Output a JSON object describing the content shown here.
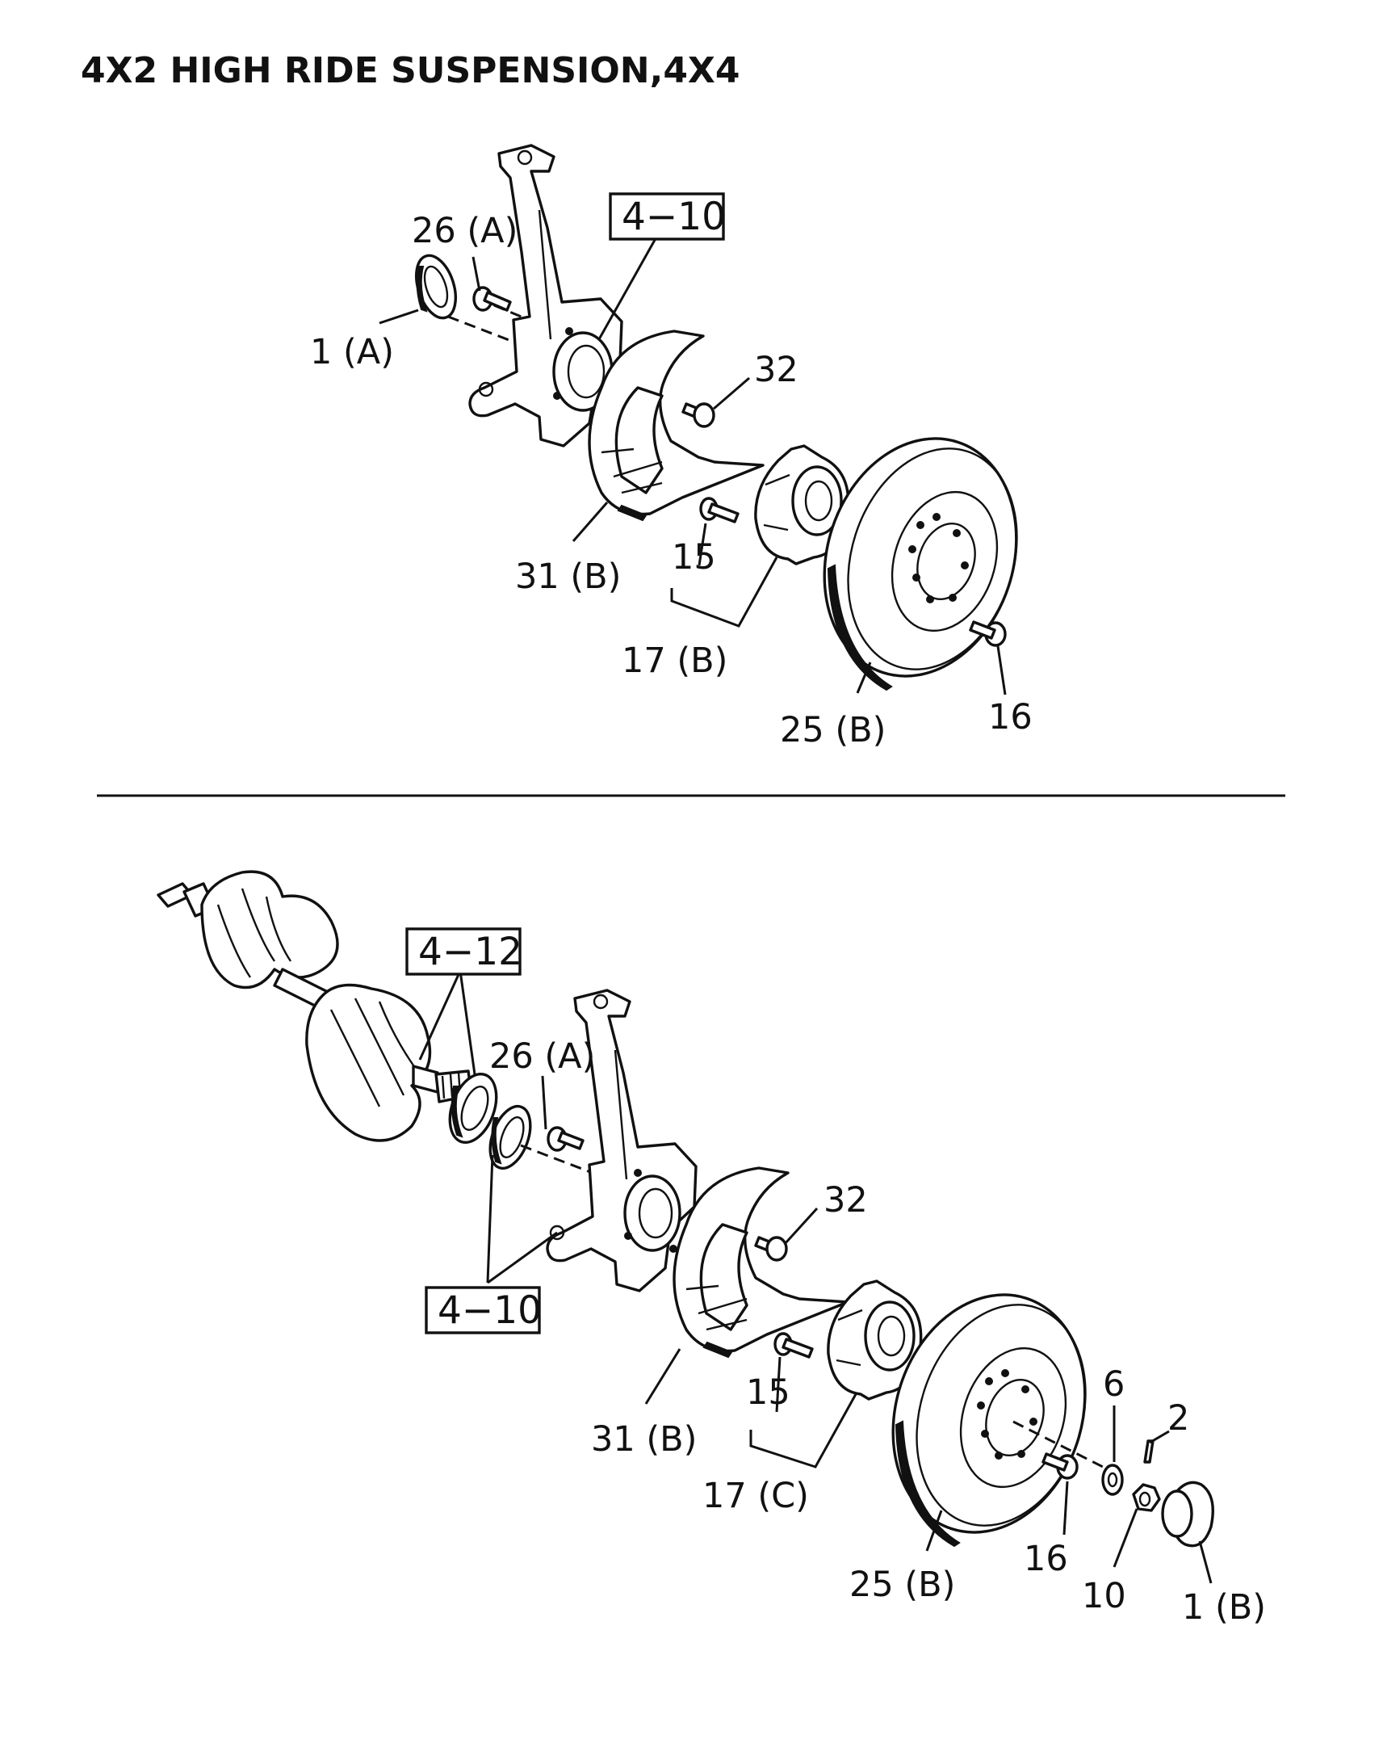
{
  "title": "4X2 HIGH RIDE SUSPENSION,4X4",
  "top_view": {
    "labels": {
      "l1a": "1 (A)",
      "l26a": "26 (A)",
      "ref410": "4−10",
      "l32": "32",
      "l31b": "31 (B)",
      "l15": "15",
      "l17b": "17 (B)",
      "l25b": "25 (B)",
      "l16": "16"
    }
  },
  "bottom_view": {
    "labels": {
      "ref412": "4−12",
      "l26a": "26 (A)",
      "l32": "32",
      "ref410": "4−10",
      "l31b": "31 (B)",
      "l15": "15",
      "l17c": "17 (C)",
      "l25b": "25 (B)",
      "l16": "16",
      "l6": "6",
      "l2": "2",
      "l10": "10",
      "l1b": "1 (B)"
    }
  }
}
